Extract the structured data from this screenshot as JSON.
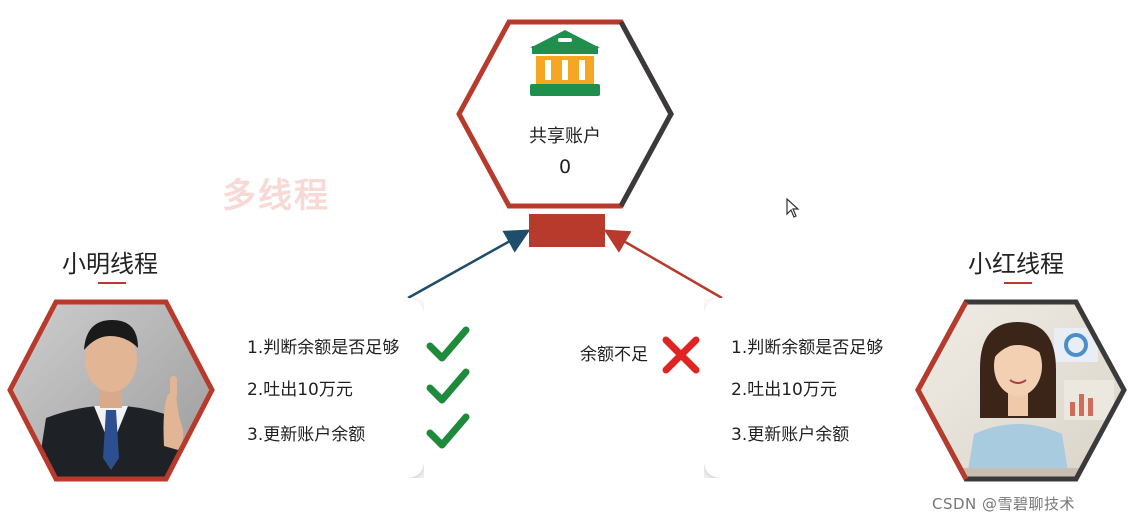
{
  "shared_account": {
    "title": "共享账户",
    "balance": "0",
    "icon": "bank-icon"
  },
  "watermark": "多线程",
  "threads": {
    "left": {
      "name": "小明线程",
      "avatar": "businessman-avatar",
      "steps": [
        "1.判断余额是否足够",
        "2.吐出10万元",
        "3.更新账户余额"
      ],
      "step_marks": [
        "check-icon",
        "check-icon",
        "check-icon"
      ]
    },
    "right": {
      "name": "小红线程",
      "avatar": "businesswoman-avatar",
      "steps": [
        "1.判断余额是否足够",
        "2.吐出10万元",
        "3.更新账户余额"
      ],
      "status_note": "余额不足",
      "status_mark": "cross-icon"
    }
  },
  "credit": "CSDN @雪碧聊技术",
  "colors": {
    "accent_red": "#b83a2c",
    "check_green": "#1e8a3c",
    "cross_red": "#e02424",
    "left_arrow": "#1f4e6b",
    "right_arrow": "#b83a2c",
    "bank_green": "#1f8f4e",
    "bank_yellow": "#f5a623"
  }
}
